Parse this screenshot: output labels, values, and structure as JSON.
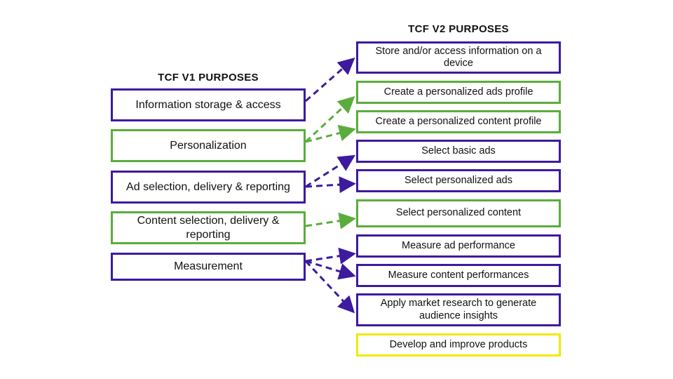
{
  "colors": {
    "purple": "#3d1a9e",
    "green": "#5aad3c",
    "yellow": "#f0ea00"
  },
  "v1": {
    "heading": "TCF V1 PURPOSES",
    "items": [
      {
        "label": "Information storage & access",
        "color": "purple"
      },
      {
        "label": "Personalization",
        "color": "green"
      },
      {
        "label": "Ad selection, delivery & reporting",
        "color": "purple"
      },
      {
        "label": "Content selection, delivery & reporting",
        "color": "green"
      },
      {
        "label": "Measurement",
        "color": "purple"
      }
    ]
  },
  "v2": {
    "heading": "TCF V2 PURPOSES",
    "items": [
      {
        "label": "Store and/or access information on a device",
        "color": "purple"
      },
      {
        "label": "Create a personalized ads profile",
        "color": "green"
      },
      {
        "label": "Create a personalized content profile",
        "color": "green"
      },
      {
        "label": "Select basic ads",
        "color": "purple"
      },
      {
        "label": "Select personalized ads",
        "color": "purple"
      },
      {
        "label": "Select personalized content",
        "color": "green"
      },
      {
        "label": "Measure ad performance",
        "color": "purple"
      },
      {
        "label": "Measure content performances",
        "color": "purple"
      },
      {
        "label": "Apply market research to generate audience insights",
        "color": "purple"
      },
      {
        "label": "Develop and improve products",
        "color": "yellow"
      }
    ]
  },
  "mappings": [
    {
      "from": 0,
      "to": 0,
      "color": "purple"
    },
    {
      "from": 1,
      "to": 1,
      "color": "green"
    },
    {
      "from": 1,
      "to": 2,
      "color": "green"
    },
    {
      "from": 2,
      "to": 3,
      "color": "purple"
    },
    {
      "from": 2,
      "to": 4,
      "color": "purple"
    },
    {
      "from": 3,
      "to": 5,
      "color": "green"
    },
    {
      "from": 4,
      "to": 6,
      "color": "purple"
    },
    {
      "from": 4,
      "to": 7,
      "color": "purple"
    },
    {
      "from": 4,
      "to": 8,
      "color": "purple"
    }
  ]
}
